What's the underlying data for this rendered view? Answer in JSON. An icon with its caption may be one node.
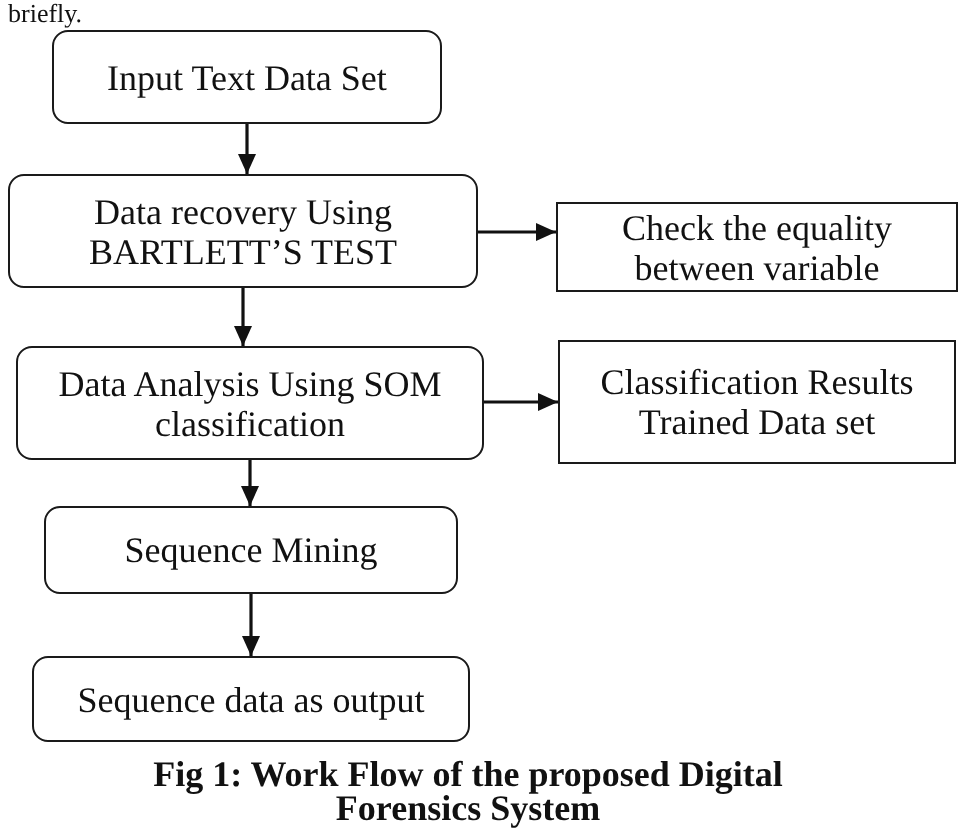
{
  "diagram": {
    "caption": "Fig 1: Work Flow of the proposed Digital Forensics System",
    "nodes": [
      {
        "text": [
          "Input Text Data Set"
        ]
      },
      {
        "text": [
          "Data recovery Using BARTLETT’S TEST"
        ]
      },
      {
        "text": [
          "Check the equality between variable"
        ]
      },
      {
        "text": [
          "Data Analysis Using SOM classification"
        ]
      },
      {
        "text": [
          "Classification Results Trained Data set"
        ]
      },
      {
        "text": [
          "Sequence Mining"
        ]
      },
      {
        "text": [
          "Sequence data as output"
        ]
      }
    ],
    "edges": [
      {
        "from": 0,
        "to": 1,
        "arrow": "to"
      },
      {
        "from": 1,
        "to": 2,
        "arrow": "to"
      },
      {
        "from": 1,
        "to": 3,
        "arrow": "to"
      },
      {
        "from": 3,
        "to": 4,
        "arrow": "to"
      },
      {
        "from": 3,
        "to": 5,
        "arrow": "to"
      },
      {
        "from": 5,
        "to": 6,
        "arrow": "to"
      }
    ],
    "labels": [
      "briefly."
    ]
  }
}
